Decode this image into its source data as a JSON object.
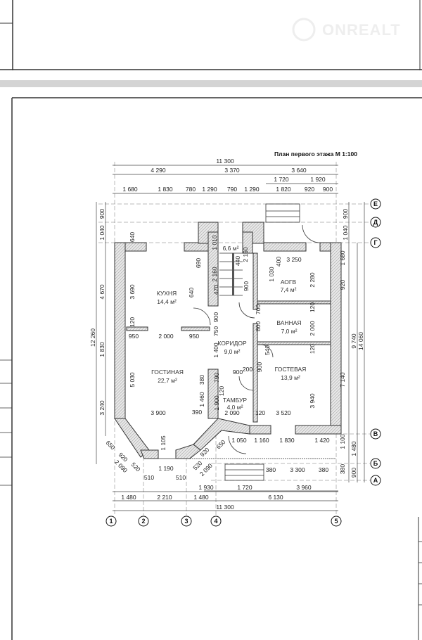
{
  "title": "План первого этажа М 1:100",
  "watermark": "ONREALT",
  "rooms": [
    {
      "name": "КУХНЯ",
      "area": "14,4 м²"
    },
    {
      "name": "ГОСТИНАЯ",
      "area": "22,7 м²"
    },
    {
      "name": "КОРИДОР",
      "area": "9,0 м²"
    },
    {
      "name": "ВАННАЯ",
      "area": "7,0 м²"
    },
    {
      "name": "ГОСТЕВАЯ",
      "area": "13,9 м²"
    },
    {
      "name": "ТАМБУР",
      "area": "4,0 м²"
    },
    {
      "name": "АОГВ",
      "area": "7,4 м²"
    },
    {
      "name": "",
      "area": "6,6 м²"
    }
  ],
  "axes": {
    "columns": [
      "1",
      "2",
      "3",
      "4",
      "5"
    ],
    "rows": [
      "Е",
      "Д",
      "Г",
      "В",
      "Б",
      "А"
    ]
  },
  "dims": {
    "top": [
      "11 300",
      "4 290",
      "3 370",
      "3 640",
      "1 720",
      "1 920",
      "1 680",
      "1 830",
      "780",
      "1 290",
      "790",
      "1 290",
      "1 820",
      "920",
      "900"
    ],
    "bottom": [
      "1 050",
      "1 160",
      "1 830",
      "1 420",
      "380",
      "3 300",
      "380",
      "1 190",
      "510",
      "510",
      "1 930",
      "1 720",
      "3 960",
      "1 480",
      "2 210",
      "1 480",
      "6 130",
      "11 300"
    ],
    "left": [
      "900",
      "1 040",
      "4 670",
      "1 830",
      "3 240",
      "12 260",
      "640",
      "3 690",
      "120",
      "5 030"
    ],
    "right": [
      "900",
      "1 040",
      "1 680",
      "920",
      "9 740",
      "14 060",
      "7 140",
      "1 100",
      "1 480",
      "900",
      "380"
    ],
    "interior": [
      "950",
      "2 000",
      "950",
      "3 900",
      "1 010",
      "690",
      "2 160",
      "2 160",
      "440",
      "1 030",
      "400",
      "3 250",
      "2 280",
      "640",
      "470",
      "900",
      "900",
      "750",
      "1 400",
      "700",
      "800",
      "120",
      "2 000",
      "120",
      "540",
      "900",
      "900",
      "200",
      "790",
      "380",
      "1 460",
      "390",
      "1 900",
      "120",
      "2 090",
      "120",
      "3 520",
      "3 940",
      "1 105"
    ],
    "diagonal": [
      "650",
      "920",
      "2 090",
      "520",
      "520",
      "920",
      "650",
      "2 090"
    ]
  }
}
